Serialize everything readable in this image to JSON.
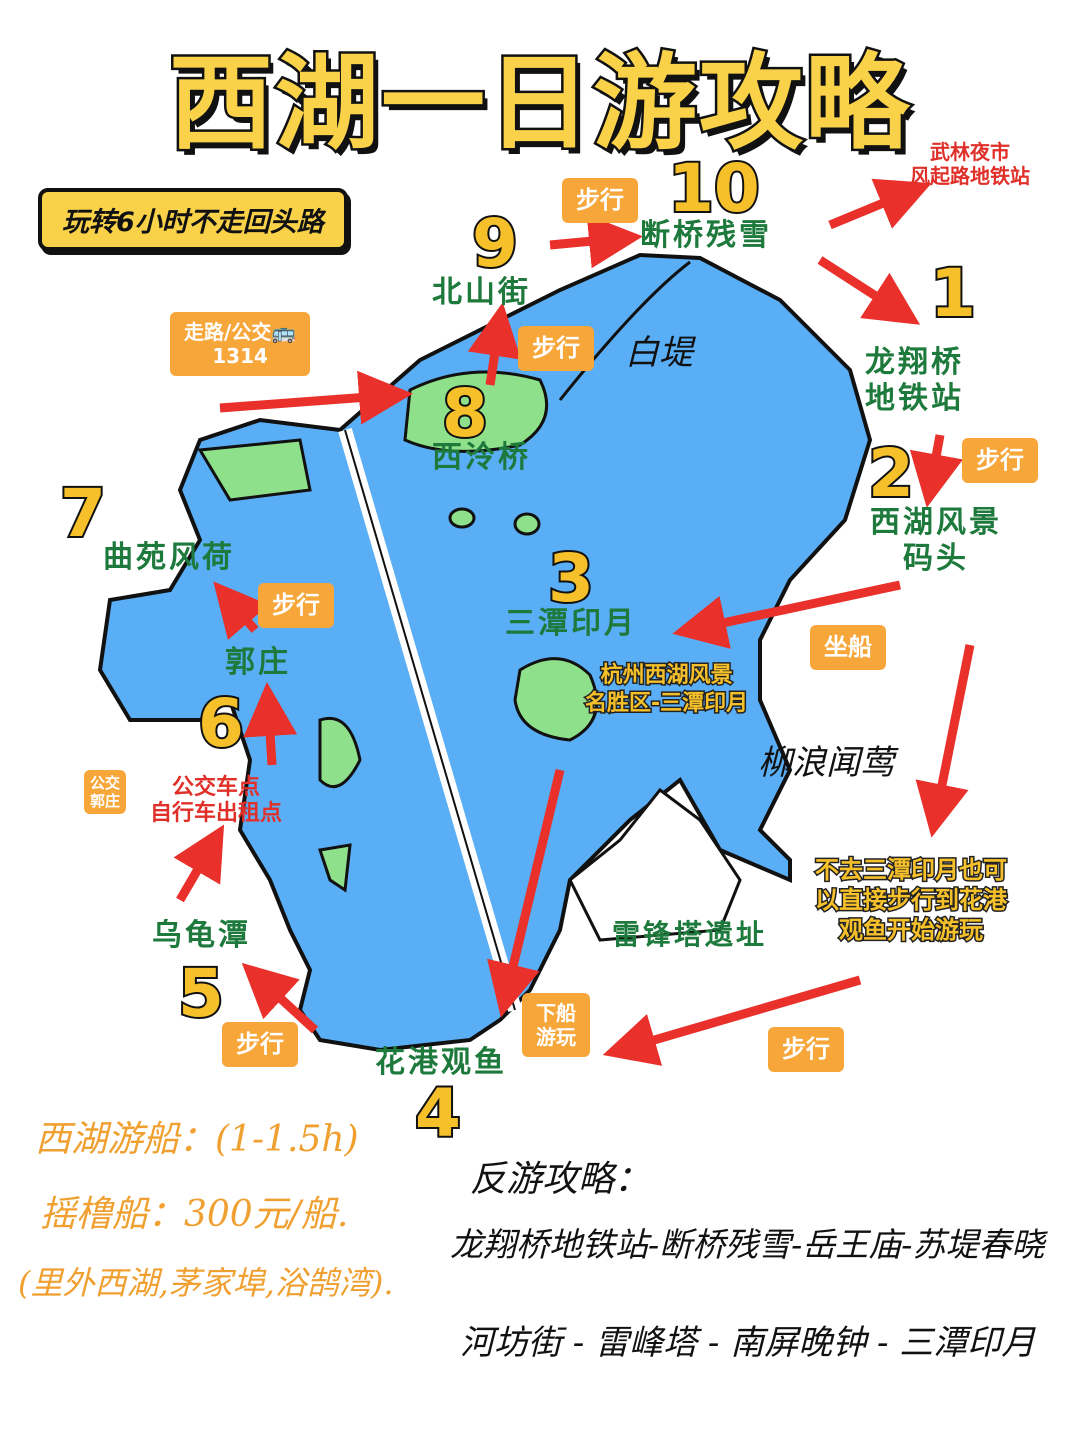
{
  "title": "西湖一日游攻略",
  "banner": "玩转6小时不走回头路",
  "colors": {
    "lake": "#5aaef5",
    "island": "#8fe08a",
    "tag": "#f7a63a",
    "place_text": "#1e7a3c",
    "arrow": "#e9302a",
    "title": "#f9d24a"
  },
  "stops": [
    {
      "num": "1",
      "name": "龙翔桥\n地铁站"
    },
    {
      "num": "2",
      "name": "西湖风景\n码头"
    },
    {
      "num": "3",
      "name": "三潭印月"
    },
    {
      "num": "4",
      "name": "花港观鱼"
    },
    {
      "num": "5",
      "name": "乌龟潭"
    },
    {
      "num": "6",
      "name": "郭庄"
    },
    {
      "num": "7",
      "name": "曲苑风荷"
    },
    {
      "num": "8",
      "name": "西泠桥"
    },
    {
      "num": "9",
      "name": "北山街"
    },
    {
      "num": "10",
      "name": "断桥残雪"
    }
  ],
  "tags": {
    "walk": "步行",
    "boat": "坐船",
    "bus": "走路/公交🚌\n1314",
    "disembark": "下船\n游玩",
    "bus_guozhuang": "公交\n郭庄"
  },
  "notes": {
    "wulin": "武林夜市\n风起路地铁站",
    "bus_point": "公交车点\n自行车出租点",
    "santan_label": "杭州西湖风景\n名胜区-三潭印月",
    "alt_route": "不去三潭印月也可\n以直接步行到花港\n观鱼开始游玩",
    "baidi": "白堤",
    "liulang": "柳浪闻莺",
    "leifeng": "雷锋塔遗址"
  },
  "boat_notes": [
    "西湖游船：(1-1.5h)",
    "摇橹船：300元/船.",
    "(里外西湖,茅家埠,浴鹄湾)."
  ],
  "reverse": {
    "title": "反游攻略：",
    "line1": "龙翔桥地铁站-断桥残雪-岳王庙-苏堤春晓",
    "line2": "河坊街 - 雷峰塔 - 南屏晚钟 - 三潭印月"
  }
}
